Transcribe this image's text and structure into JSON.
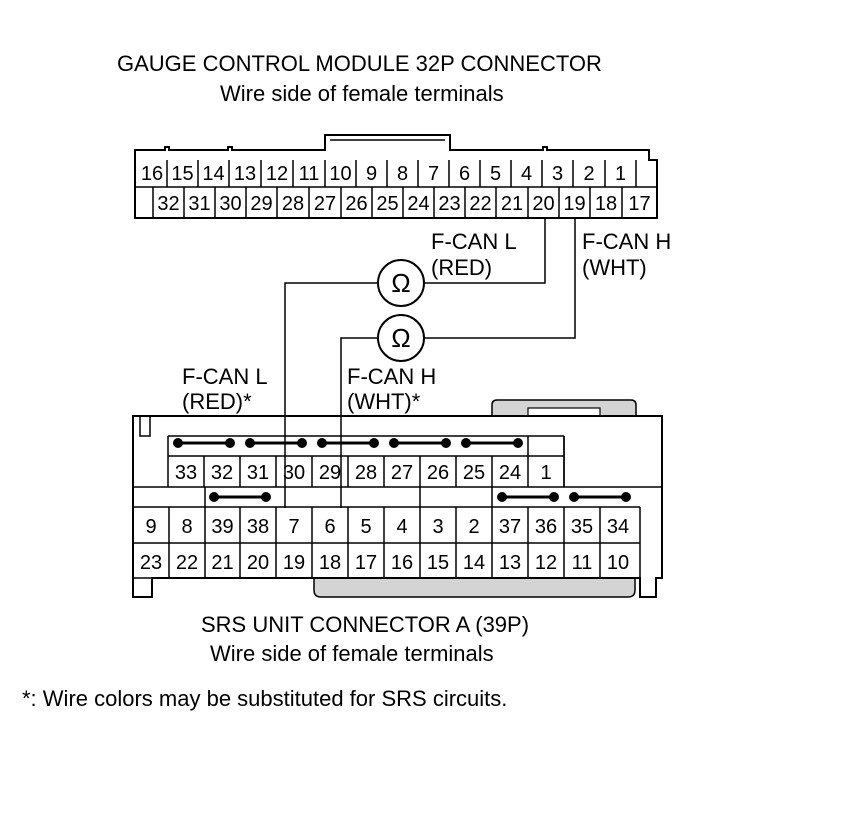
{
  "gauge": {
    "title": "GAUGE CONTROL MODULE 32P CONNECTOR",
    "subtitle": "Wire side of female terminals",
    "top_row": [
      "16",
      "15",
      "14",
      "13",
      "12",
      "11",
      "10",
      "9",
      "8",
      "7",
      "6",
      "5",
      "4",
      "3",
      "2",
      "1"
    ],
    "bottom_row": [
      "",
      "32",
      "31",
      "30",
      "29",
      "28",
      "27",
      "26",
      "25",
      "24",
      "23",
      "22",
      "21",
      "20",
      "19",
      "18",
      "17"
    ]
  },
  "srs": {
    "title": "SRS UNIT CONNECTOR A (39P)",
    "subtitle": "Wire side of female terminals",
    "row1": [
      "33",
      "32",
      "31",
      "30",
      "29",
      "28",
      "27",
      "26",
      "25",
      "24",
      "1"
    ],
    "row2": [
      "9",
      "8",
      "39",
      "38",
      "7",
      "6",
      "5",
      "4",
      "3",
      "2",
      "37",
      "36",
      "35",
      "34"
    ],
    "row3": [
      "23",
      "22",
      "21",
      "20",
      "19",
      "18",
      "17",
      "16",
      "15",
      "14",
      "13",
      "12",
      "11",
      "10"
    ]
  },
  "wires": {
    "gauge_can_l": [
      "F-CAN L",
      "(RED)"
    ],
    "gauge_can_h": [
      "F-CAN H",
      "(WHT)"
    ],
    "srs_can_l": [
      "F-CAN L",
      "(RED)*"
    ],
    "srs_can_h": [
      "F-CAN H",
      "(WHT)*"
    ],
    "meter_symbol": "Ω"
  },
  "footnote": "*: Wire colors may be substituted for SRS circuits."
}
